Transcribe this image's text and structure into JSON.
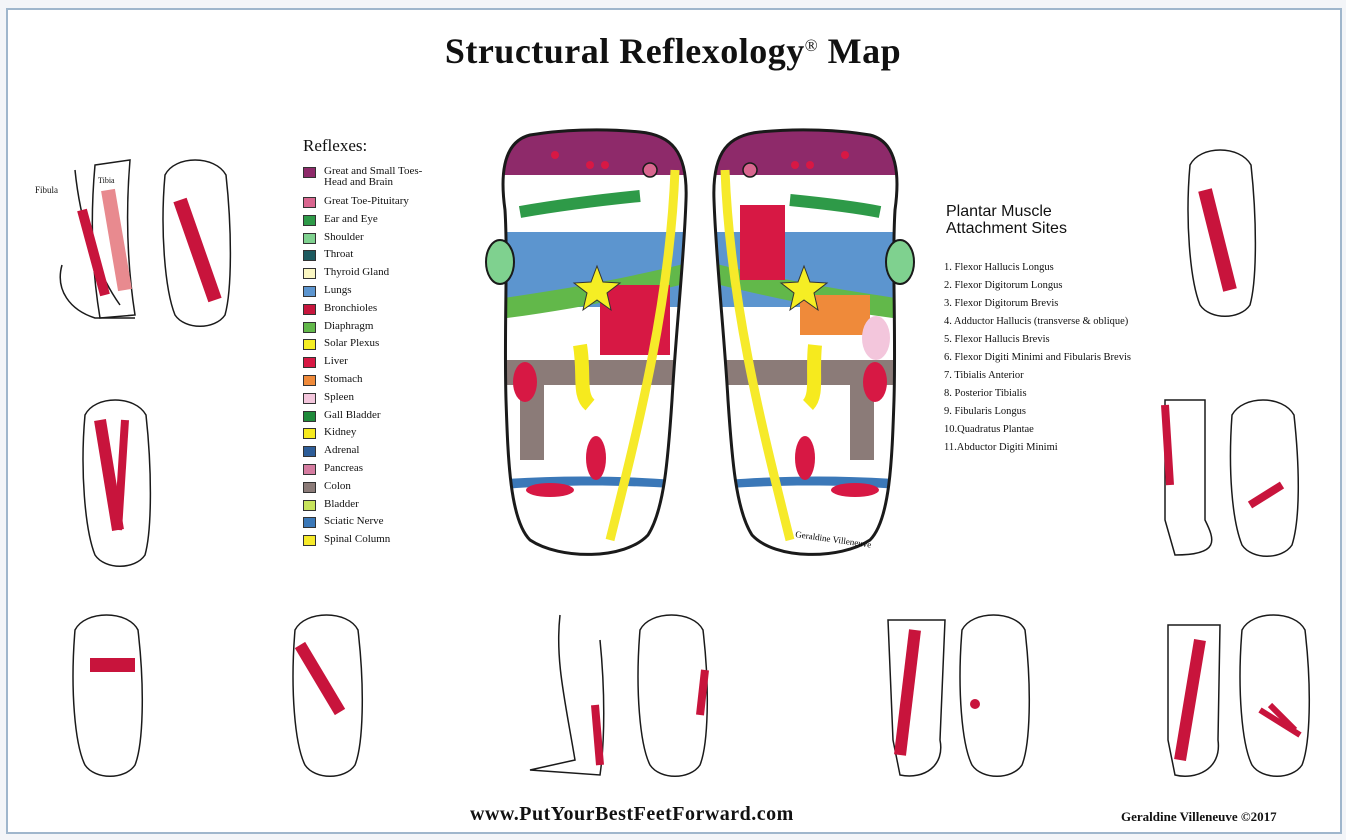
{
  "title": "Structural Reflexology",
  "title_mark": "®",
  "title_suffix": "Map",
  "legend": {
    "title": "Reflexes:",
    "items": [
      {
        "label": "Great and Small Toes-",
        "label2": "Head and Brain",
        "color": "#8e2a6a"
      },
      {
        "label": "Great Toe-Pituitary",
        "color": "#d9668f"
      },
      {
        "label": "Ear and Eye",
        "color": "#2e9a48"
      },
      {
        "label": "Shoulder",
        "color": "#7fd18f"
      },
      {
        "label": "Throat",
        "color": "#1d5a5f"
      },
      {
        "label": "Thyroid Gland",
        "color": "#fbf7c2"
      },
      {
        "label": "Lungs",
        "color": "#5c95cf"
      },
      {
        "label": "Bronchioles",
        "color": "#c7163d"
      },
      {
        "label": "Diaphragm",
        "color": "#62b84a"
      },
      {
        "label": "Solar Plexus",
        "color": "#f5ee24"
      },
      {
        "label": "Liver",
        "color": "#d71844"
      },
      {
        "label": "Stomach",
        "color": "#ef8a3a"
      },
      {
        "label": "Spleen",
        "color": "#f3c6dc"
      },
      {
        "label": "Gall Bladder",
        "color": "#1f8a3a"
      },
      {
        "label": "Kidney",
        "color": "#f6ea1e"
      },
      {
        "label": "Adrenal",
        "color": "#2d5d98"
      },
      {
        "label": "Pancreas",
        "color": "#d57ca0"
      },
      {
        "label": "Colon",
        "color": "#8b7b78"
      },
      {
        "label": "Bladder",
        "color": "#c7e45c"
      },
      {
        "label": "Sciatic Nerve",
        "color": "#3b78b8"
      },
      {
        "label": "Spinal Column",
        "color": "#f6ea2a"
      }
    ]
  },
  "muscles": {
    "title_line1": "Plantar Muscle",
    "title_line2": "Attachment Sites",
    "items": [
      "1. Flexor Hallucis Longus",
      "2. Flexor Digitorum Longus",
      "3. Flexor Digitorum Brevis",
      "4. Adductor Hallucis (transverse & oblique)",
      "5. Flexor Hallucis Brevis",
      "6. Flexor Digiti Minimi and Fibularis Brevis",
      "7. Tibialis Anterior",
      "8. Posterior Tibialis",
      "9. Fibularis Longus",
      "10.Quadratus Plantae",
      "11.Abductor Digiti Minimi"
    ]
  },
  "labels": {
    "fibula": "Fibula",
    "tibia": "Tibia",
    "signature": "Geraldine Villeneuve"
  },
  "footer": {
    "website": "www.PutYourBestFeetForward.com",
    "author": "Geraldine Villeneuve  ©2017"
  },
  "colors": {
    "muscle": "#c8143c",
    "muscle_light": "#e88a8f",
    "outline": "#1a1a1a"
  }
}
